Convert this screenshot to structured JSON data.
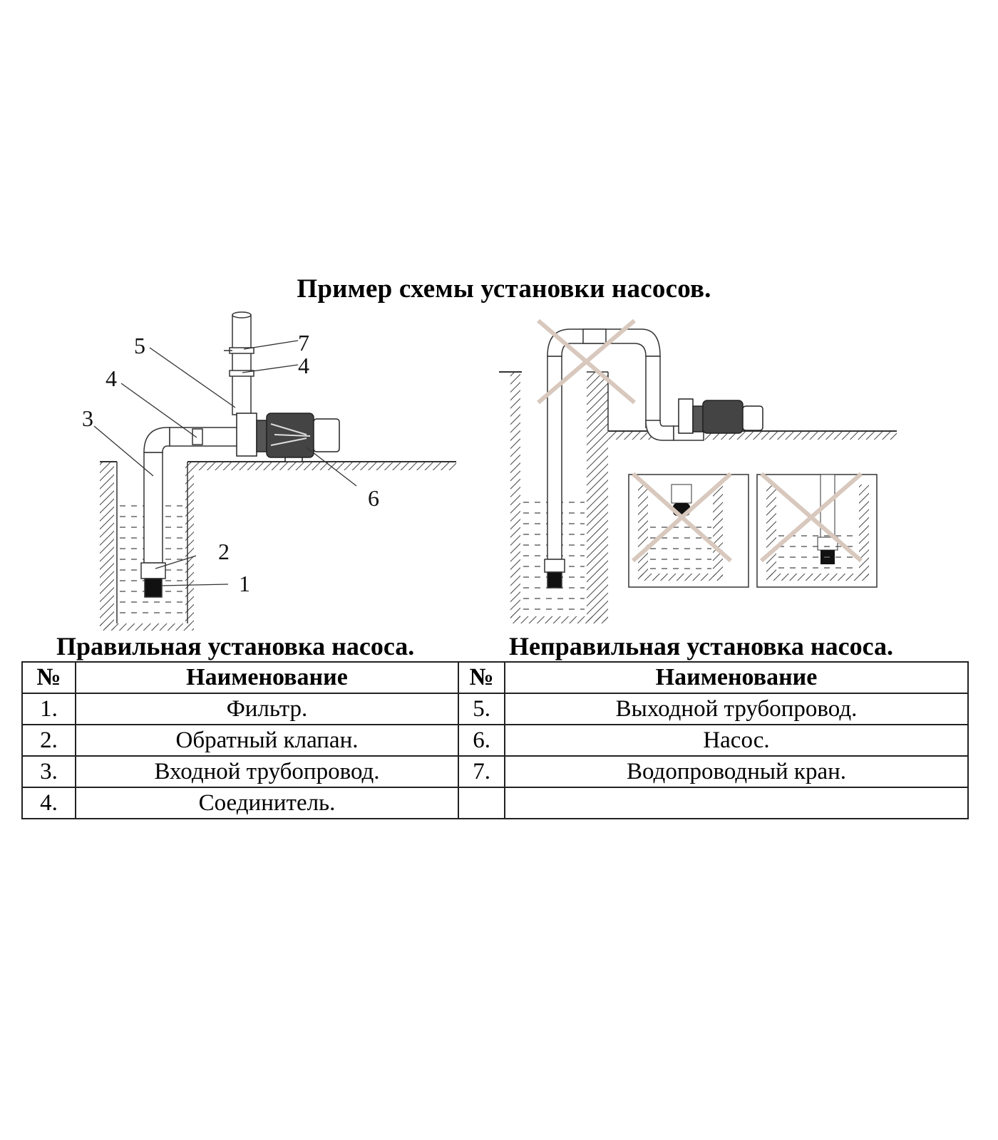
{
  "title": "Пример схемы установки насосов.",
  "figures": {
    "correct": {
      "caption": "Правильная установка насоса.",
      "callouts": [
        "1",
        "2",
        "3",
        "4",
        "4",
        "5",
        "6",
        "7"
      ]
    },
    "incorrect": {
      "caption": "Неправильная установка насоса.",
      "panels": [
        "suction-loop-above-well",
        "pump-hanging-above-water",
        "filter-too-close-to-bottom"
      ]
    }
  },
  "colors": {
    "cross_mark": "#d8c8bd",
    "line": "#333333",
    "water_dash": "#555555"
  },
  "table": {
    "headers": [
      "№",
      "Наименование",
      "№",
      "Наименование"
    ],
    "rows": [
      [
        "1.",
        "Фильтр.",
        "5.",
        "Выходной трубопровод."
      ],
      [
        "2.",
        "Обратный клапан.",
        "6.",
        "Насос."
      ],
      [
        "3.",
        "Входной трубопровод.",
        "7.",
        "Водопроводный кран."
      ],
      [
        "4.",
        "Соединитель.",
        "",
        ""
      ]
    ]
  }
}
